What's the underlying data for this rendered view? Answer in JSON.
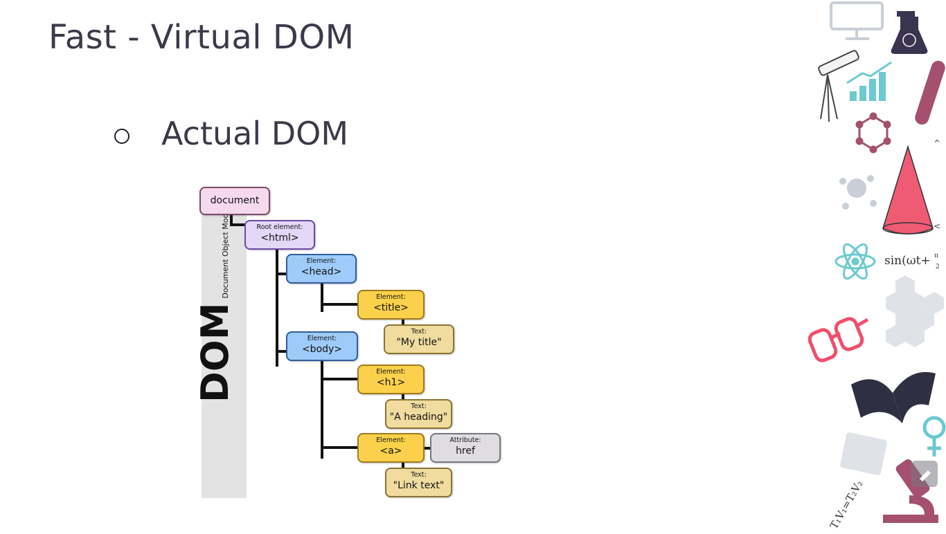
{
  "slide": {
    "title": "Fast - Virtual DOM",
    "bullet": "Actual DOM"
  },
  "diagram": {
    "side_label": "DOM",
    "side_sublabel": "Document Object Model",
    "nodes": {
      "document": "document",
      "html": {
        "kind": "Root element:",
        "tag": "<html>"
      },
      "head": {
        "kind": "Element:",
        "tag": "<head>"
      },
      "title": {
        "kind": "Element:",
        "tag": "<title>"
      },
      "title_text": {
        "kind": "Text:",
        "tag": "\"My title\""
      },
      "body": {
        "kind": "Element:",
        "tag": "<body>"
      },
      "h1": {
        "kind": "Element:",
        "tag": "<h1>"
      },
      "h1_text": {
        "kind": "Text:",
        "tag": "\"A heading\""
      },
      "a": {
        "kind": "Element:",
        "tag": "<a>"
      },
      "a_attr": {
        "kind": "Attribute:",
        "tag": "href"
      },
      "a_text": {
        "kind": "Text:",
        "tag": "\"Link text\""
      }
    }
  },
  "decor": {
    "formula_1": "sin(ωt+",
    "formula_frac_num": "π",
    "formula_frac_den": "2",
    "formula_2": "T₁V₁=T₂V₂"
  },
  "colors": {
    "document": "#f5d9ec",
    "root": "#e5d7f7",
    "element_blue": "#9ecbfa",
    "element_yellow": "#fbd14b",
    "text_tan": "#f0dc9f",
    "attribute": "#e0dde2"
  }
}
